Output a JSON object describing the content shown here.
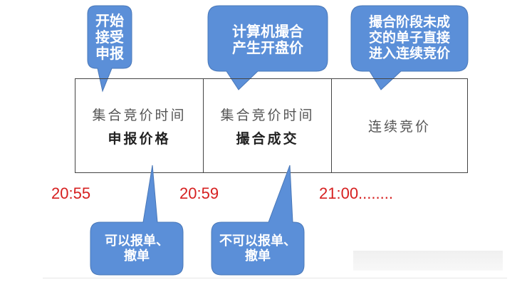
{
  "colors": {
    "callout_fill": "#5b8fd8",
    "callout_stroke": "#4a78b8",
    "callout_text": "#ffffff",
    "time_text": "#d62020",
    "table_border": "#444444"
  },
  "top_callouts": [
    {
      "lines": [
        "开始",
        "接受",
        "申报"
      ]
    },
    {
      "lines": [
        "计算机撮合",
        "产生开盘价"
      ]
    },
    {
      "lines": [
        "撮合阶段未成",
        "交的单子直接",
        "进入连续竞价"
      ]
    }
  ],
  "phases": [
    {
      "line1": "集合竞价时间",
      "line2": "申报价格"
    },
    {
      "line1": "集合竞价时间",
      "line2": "撮合成交"
    },
    {
      "line1": "连续竞价",
      "line2": ""
    }
  ],
  "times": [
    "20:55",
    "20:59",
    "21:00........"
  ],
  "bottom_callouts": [
    {
      "lines": [
        "可以报单、",
        "撤单"
      ]
    },
    {
      "lines": [
        "不可以报单、",
        "撤单"
      ]
    }
  ]
}
